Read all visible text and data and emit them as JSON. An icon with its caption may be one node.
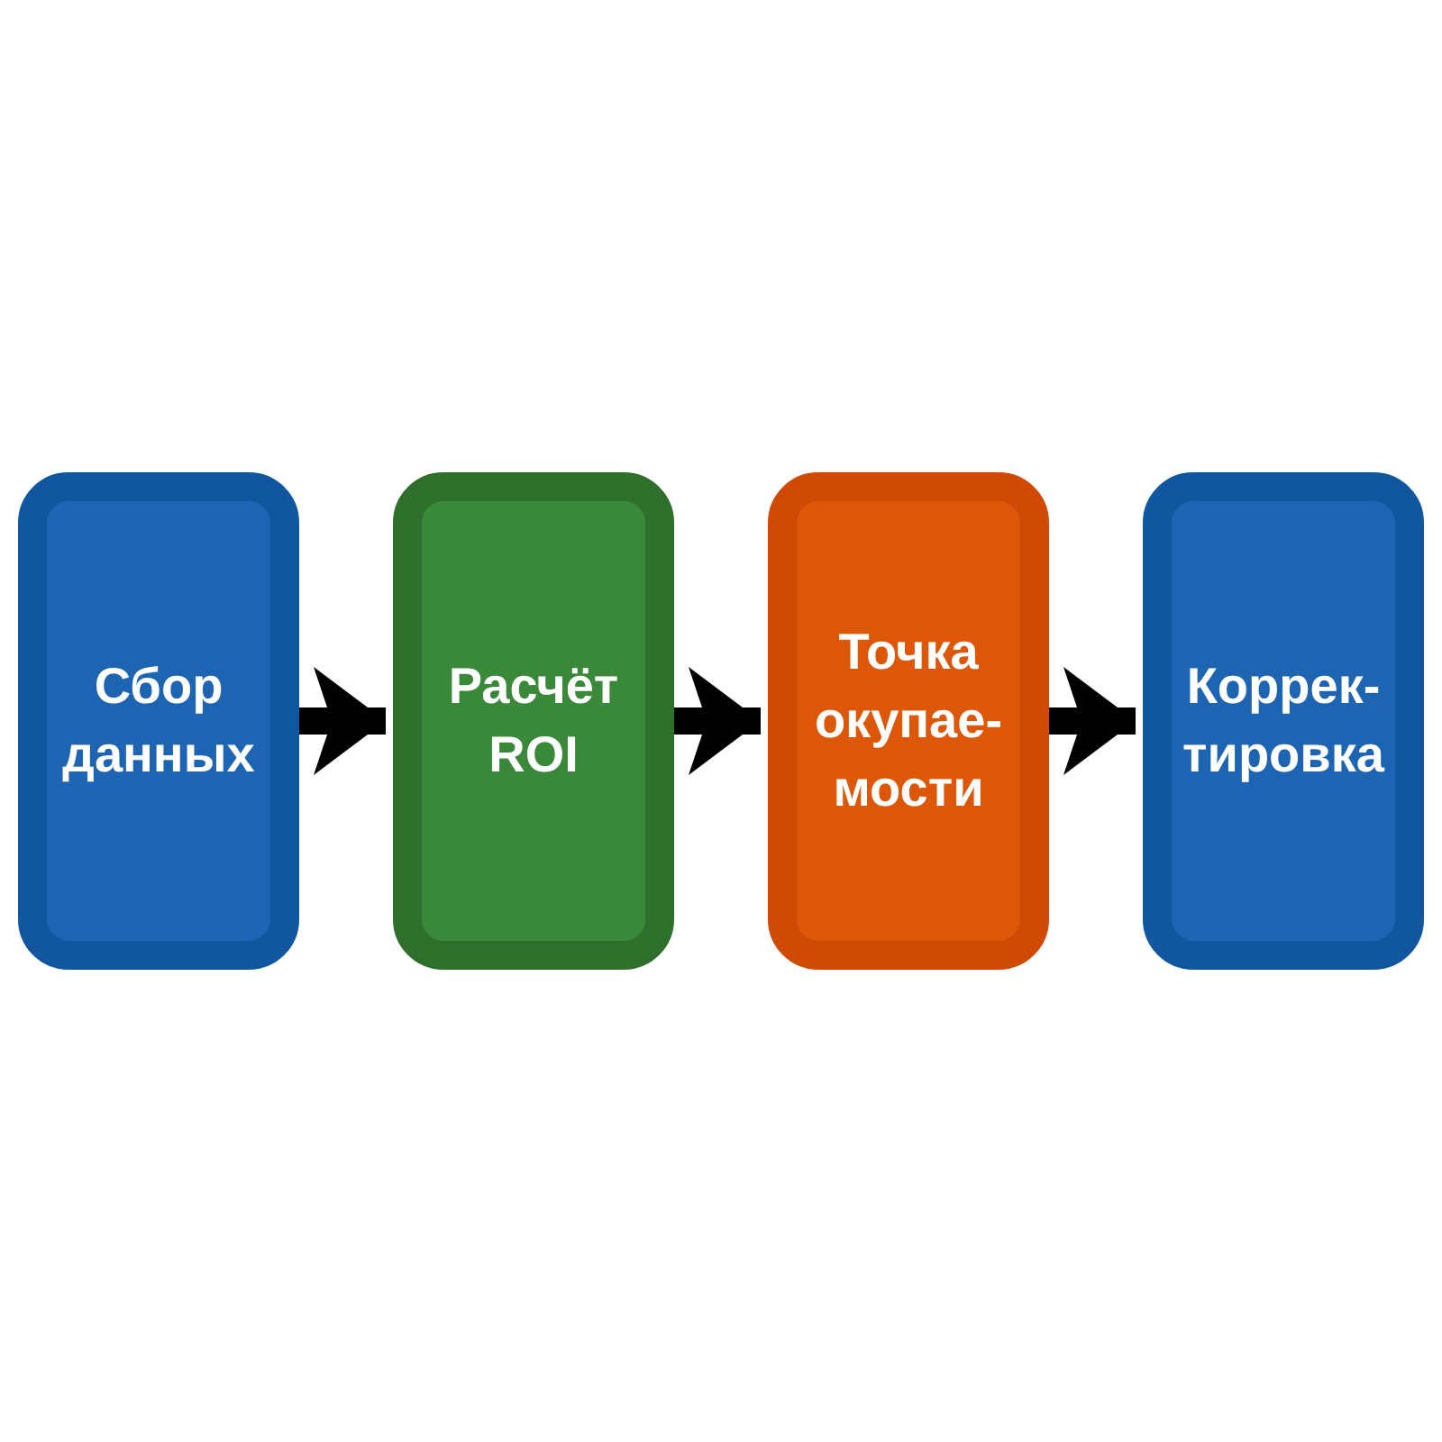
{
  "diagram": {
    "nodes": [
      {
        "text": [
          "Сбор данных"
        ]
      },
      {
        "text": [
          "Расчёт ROI"
        ]
      },
      {
        "text": [
          "Точка окупае-мости"
        ]
      },
      {
        "text": [
          "Коррек-тировка"
        ]
      }
    ],
    "edges": [
      {
        "from": 0,
        "to": 1,
        "arrow": "to"
      },
      {
        "from": 1,
        "to": 2,
        "arrow": "to"
      },
      {
        "from": 2,
        "to": 3,
        "arrow": "to"
      }
    ]
  }
}
